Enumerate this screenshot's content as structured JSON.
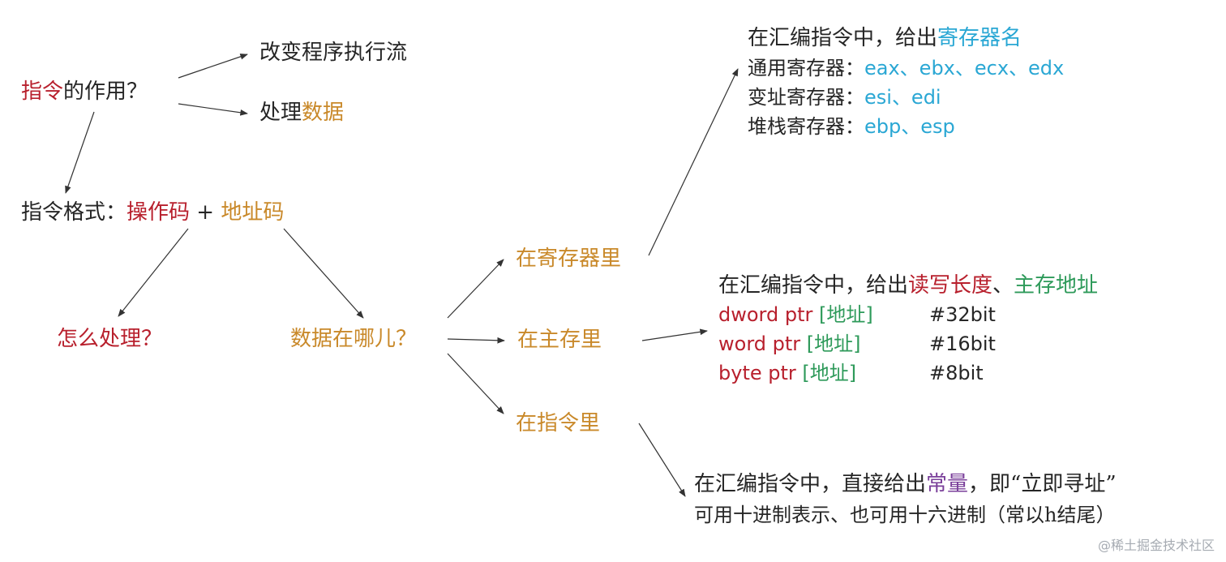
{
  "colors": {
    "red": "#b8202d",
    "orange": "#c9892a",
    "blue": "#2aa7d4",
    "green": "#2e9a5a",
    "purple": "#7a3f9a",
    "text": "#262626",
    "arrow": "#333333"
  },
  "root": {
    "q_part1": "指令",
    "q_part2": "的作用？",
    "branch_flow": "改变程序执行流",
    "branch_data_prefix": "处理",
    "branch_data_highlight": "数据"
  },
  "format": {
    "label": "指令格式：",
    "opcode": "操作码",
    "plus": "+",
    "addrcode": "地址码"
  },
  "how": {
    "text": "怎么处理？"
  },
  "where": {
    "text": "数据在哪儿？"
  },
  "locations": {
    "register": "在寄存器里",
    "memory": "在主存里",
    "instruction": "在指令里"
  },
  "register_detail": {
    "intro_prefix": "在汇编指令中，给出",
    "intro_highlight": "寄存器名",
    "general_label": "通用寄存器：",
    "general_values": "eax、ebx、ecx、edx",
    "index_label": "变址寄存器：",
    "index_values": "esi、edi",
    "stack_label": "堆栈寄存器：",
    "stack_values": "ebp、esp"
  },
  "memory_detail": {
    "intro_prefix": "在汇编指令中，给出",
    "intro_highlight1": "读写长度",
    "intro_sep": "、",
    "intro_highlight2": "主存地址",
    "rows": [
      {
        "type": "dword ptr",
        "addr": "[地址]",
        "comment": "#32bit"
      },
      {
        "type": "word ptr",
        "addr": "[地址]",
        "comment": "#16bit"
      },
      {
        "type": "byte ptr",
        "addr": "[地址]",
        "comment": "#8bit"
      }
    ]
  },
  "immediate_detail": {
    "line1_prefix": "在汇编指令中，直接给出",
    "line1_highlight": "常量",
    "line1_suffix": "，即“立即寻址”",
    "line2": "可用十进制表示、也可用十六进制（常以h结尾）"
  },
  "watermark": "@稀土掘金技术社区"
}
